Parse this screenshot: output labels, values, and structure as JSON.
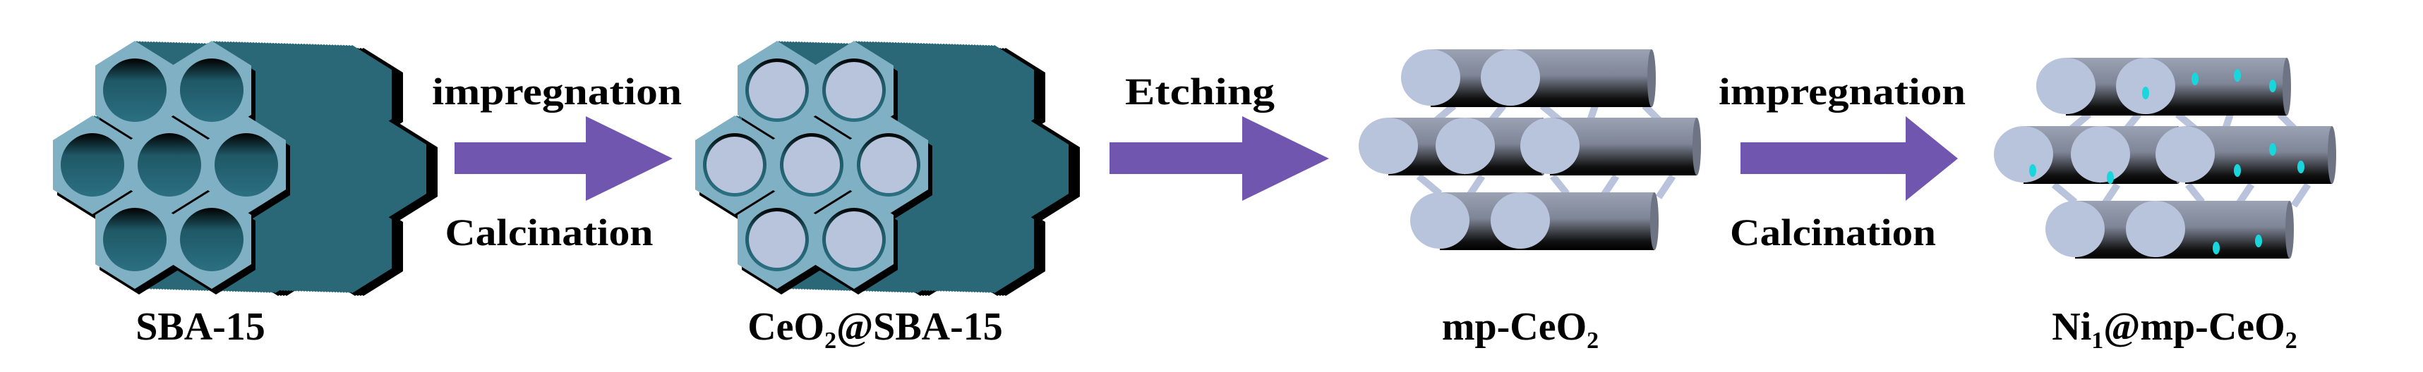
{
  "stages": [
    {
      "name": "SBA-15"
    },
    {
      "name_parts": [
        "CeO",
        "2",
        "@SBA-15"
      ]
    },
    {
      "name_parts": [
        "mp-CeO",
        "2"
      ]
    },
    {
      "name_parts": [
        "Ni",
        "1",
        "@mp-CeO",
        "2"
      ]
    }
  ],
  "steps": [
    {
      "above": "impregnation",
      "below": "Calcination"
    },
    {
      "above": "Etching"
    },
    {
      "above": "impregnation",
      "below": "Calcination"
    }
  ],
  "colors": {
    "arrow": "#7156b0",
    "silica_face": "#7fb0c4",
    "silica_body": "#2a6878",
    "ceria_face": "#b8c3dc",
    "ni_dot": "#19d6dc"
  }
}
